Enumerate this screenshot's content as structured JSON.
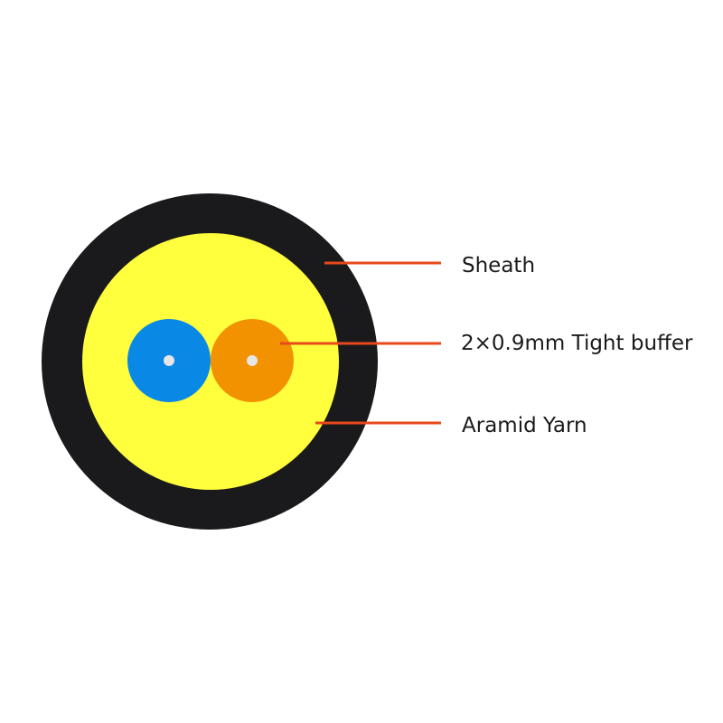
{
  "colors": {
    "background": "#ffffff",
    "sheath": "#1a1a1c",
    "aramid_yarn": "#ffff3d",
    "fiber_blue": "#0a88e6",
    "fiber_orange": "#f29200",
    "fiber_core": "#e6e6e6",
    "leader_line": "#e8481c",
    "label_text": "#1a1a1a"
  },
  "labels": {
    "sheath": "Sheath",
    "tight_buffer": "2×0.9mm Tight buffer",
    "aramid_yarn": "Aramid Yarn"
  }
}
